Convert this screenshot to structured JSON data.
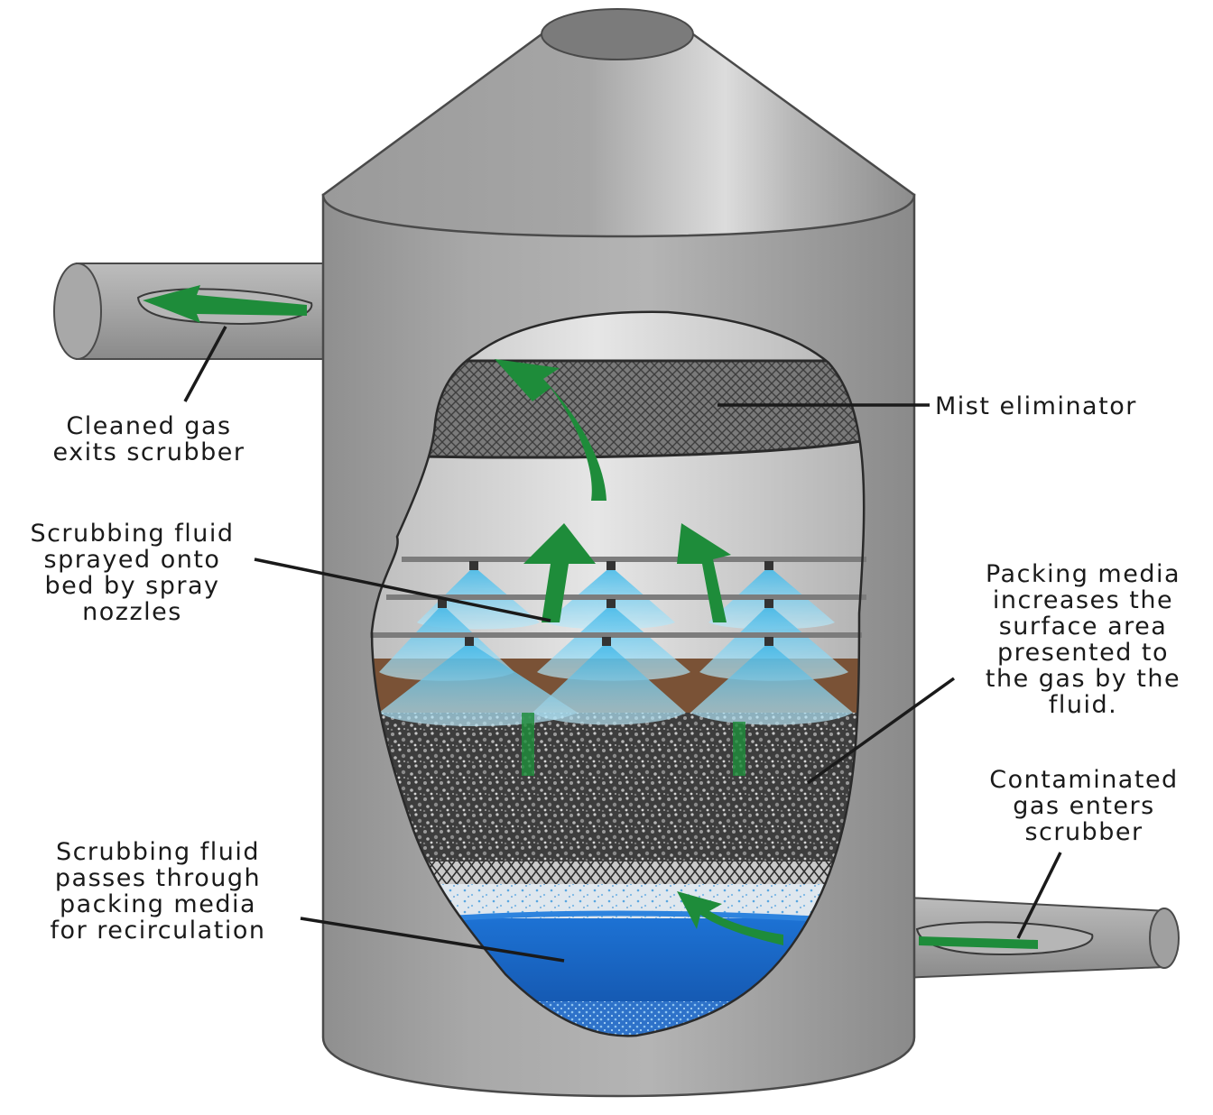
{
  "labels": {
    "cleaned_gas": [
      "Cleaned gas",
      "exits scrubber"
    ],
    "mist_eliminator": [
      "Mist eliminator"
    ],
    "spray_nozzles": [
      "Scrubbing fluid",
      "sprayed onto",
      "bed by spray",
      "nozzles"
    ],
    "packing_media": [
      "Packing media",
      "increases the",
      "surface area",
      "presented to",
      "the gas by the",
      "fluid."
    ],
    "contaminated_gas": [
      "Contaminated",
      "gas enters",
      "scrubber"
    ],
    "recirculation": [
      "Scrubbing fluid",
      "passes through",
      "packing media",
      "for recirculation"
    ]
  },
  "colors": {
    "vessel_gray": "#a3a3a3",
    "gas_arrow_green": "#1e8c3a",
    "spray_blue": "#4fc3ec",
    "fluid_blue": "#1a67c9",
    "packing_dark": "#3a3a3a",
    "mesh_dark": "#5a5a5a"
  },
  "icons": [
    "gas-flow-arrow",
    "spray-nozzle",
    "mist-eliminator-mesh",
    "packing-media",
    "support-grid"
  ]
}
